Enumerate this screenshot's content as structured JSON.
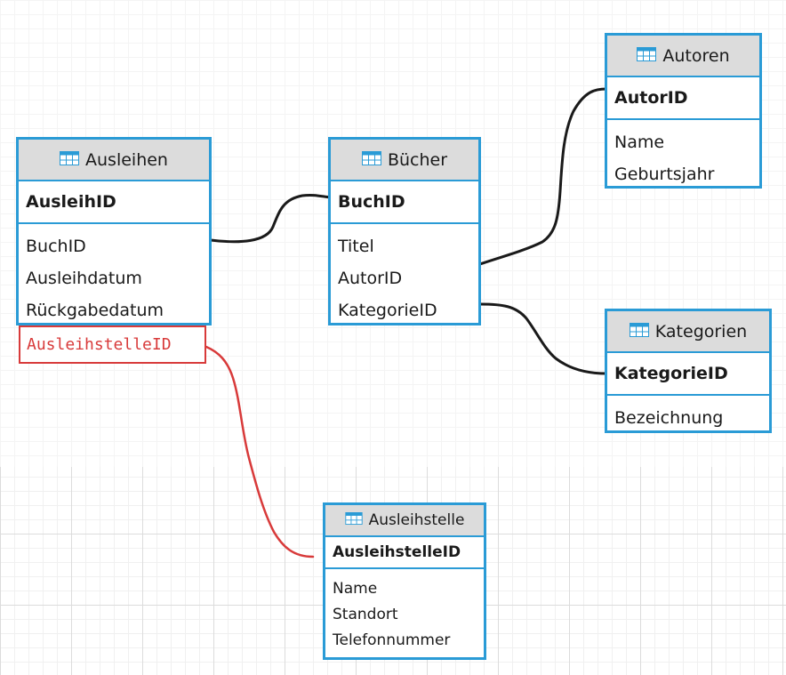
{
  "colors": {
    "table_border": "#2a9bd6",
    "header_bg": "#dcdcdc",
    "connector": "#1a1a1a",
    "highlight": "#d83a3a"
  },
  "tables": {
    "ausleihen": {
      "icon": "table-icon",
      "title": "Ausleihen",
      "pk": "AusleihID",
      "fields": [
        "BuchID",
        "Ausleihdatum",
        "Rückgabedatum"
      ]
    },
    "buecher": {
      "icon": "table-icon",
      "title": "Bücher",
      "pk": "BuchID",
      "fields": [
        "Titel",
        "AutorID",
        "KategorieID"
      ]
    },
    "autoren": {
      "icon": "table-icon",
      "title": "Autoren",
      "pk": "AutorID",
      "fields": [
        "Name",
        "Geburtsjahr"
      ]
    },
    "kategorien": {
      "icon": "table-icon",
      "title": "Kategorien",
      "pk": "KategorieID",
      "fields": [
        "Bezeichnung"
      ]
    },
    "ausleihstelle": {
      "icon": "table-icon",
      "title": "Ausleihstelle",
      "pk": "AusleihstelleID",
      "fields": [
        "Name",
        "Standort",
        "Telefonnummer"
      ]
    }
  },
  "added_field": {
    "label": "AusleihstelleID",
    "table": "Ausleihen"
  },
  "relations": [
    {
      "from": "Ausleihen.BuchID",
      "to": "Bücher.BuchID"
    },
    {
      "from": "Bücher.AutorID",
      "to": "Autoren.AutorID"
    },
    {
      "from": "Bücher.KategorieID",
      "to": "Kategorien.KategorieID"
    },
    {
      "from": "Ausleihen.AusleihstelleID",
      "to": "Ausleihstelle.AusleihstelleID",
      "color": "#d83a3a"
    }
  ]
}
